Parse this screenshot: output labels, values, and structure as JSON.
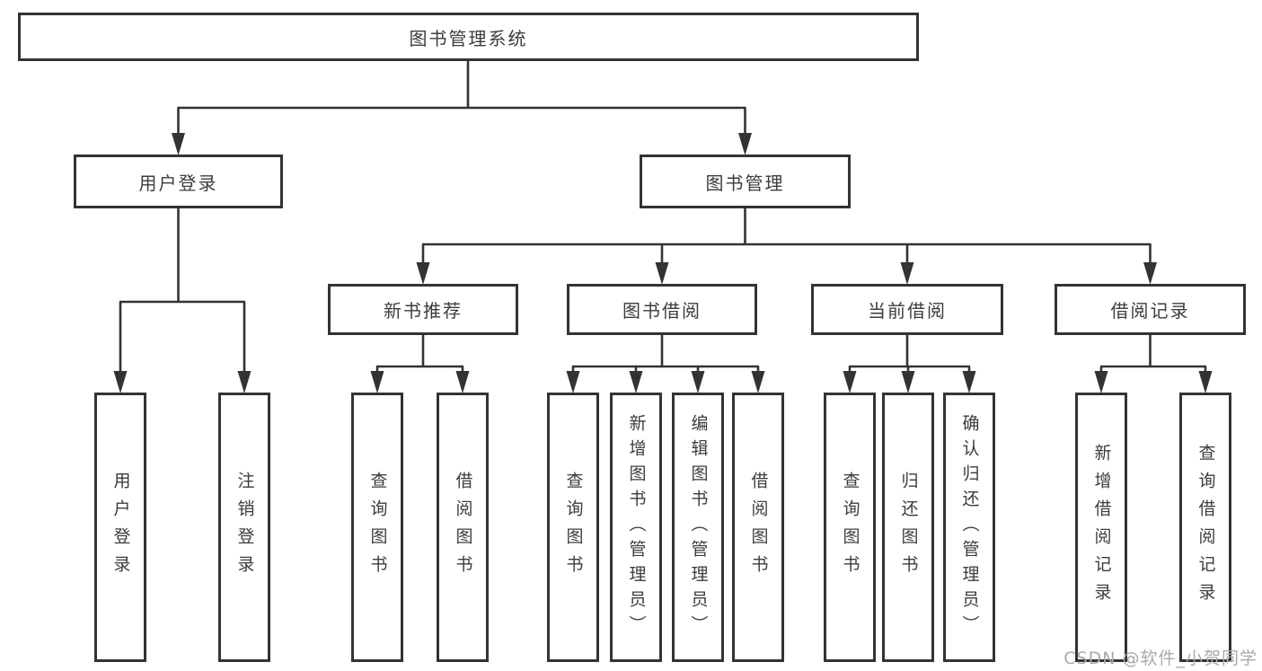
{
  "diagram": {
    "type": "hierarchy-tree",
    "root": {
      "label": "图书管理系统",
      "children": [
        {
          "label": "用户登录",
          "children": [
            {
              "label": "用户登录"
            },
            {
              "label": "注销登录"
            }
          ]
        },
        {
          "label": "图书管理",
          "children": [
            {
              "label": "新书推荐",
              "children": [
                {
                  "label": "查询图书"
                },
                {
                  "label": "借阅图书"
                }
              ]
            },
            {
              "label": "图书借阅",
              "children": [
                {
                  "label": "查询图书"
                },
                {
                  "label": "新增图书（管理员）"
                },
                {
                  "label": "编辑图书（管理员）"
                },
                {
                  "label": "借阅图书"
                }
              ]
            },
            {
              "label": "当前借阅",
              "children": [
                {
                  "label": "查询图书"
                },
                {
                  "label": "归还图书"
                },
                {
                  "label": "确认归还（管理员）"
                }
              ]
            },
            {
              "label": "借阅记录",
              "children": [
                {
                  "label": "新增借阅记录"
                },
                {
                  "label": "查询借阅记录"
                }
              ]
            }
          ]
        }
      ]
    }
  },
  "watermark": {
    "text": "CSDN @软件_小贺同学"
  },
  "colors": {
    "line": "#333333",
    "box_border": "#333333",
    "text": "#3c3c3c",
    "watermark": "#a9a9a9",
    "background": "#ffffff"
  }
}
